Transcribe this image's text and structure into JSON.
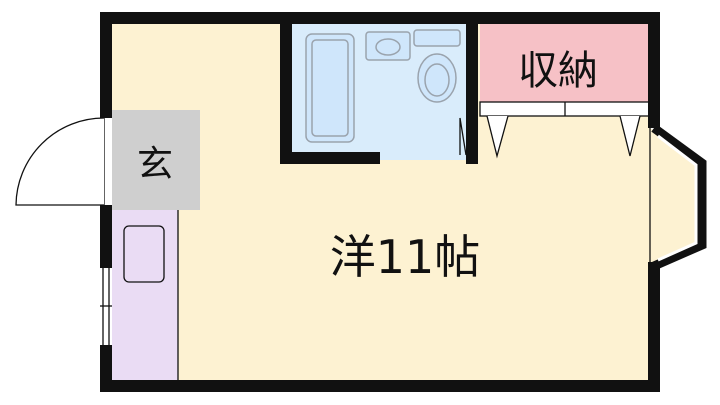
{
  "floorplan": {
    "rooms": {
      "western": {
        "label": "洋11帖"
      },
      "storage": {
        "label": "収納"
      },
      "entrance": {
        "label": "玄"
      }
    },
    "colors": {
      "wall": "#111111",
      "floor": "#fdf2d2",
      "storage": "#f6c1c6",
      "bath": "#d9ecfb",
      "fixture_fill": "#cfe6fb",
      "fixture_stroke": "#9aa3ad",
      "entrance": "#cfcfcf",
      "kitchen": "#eadcf4",
      "background": "#ffffff"
    }
  }
}
